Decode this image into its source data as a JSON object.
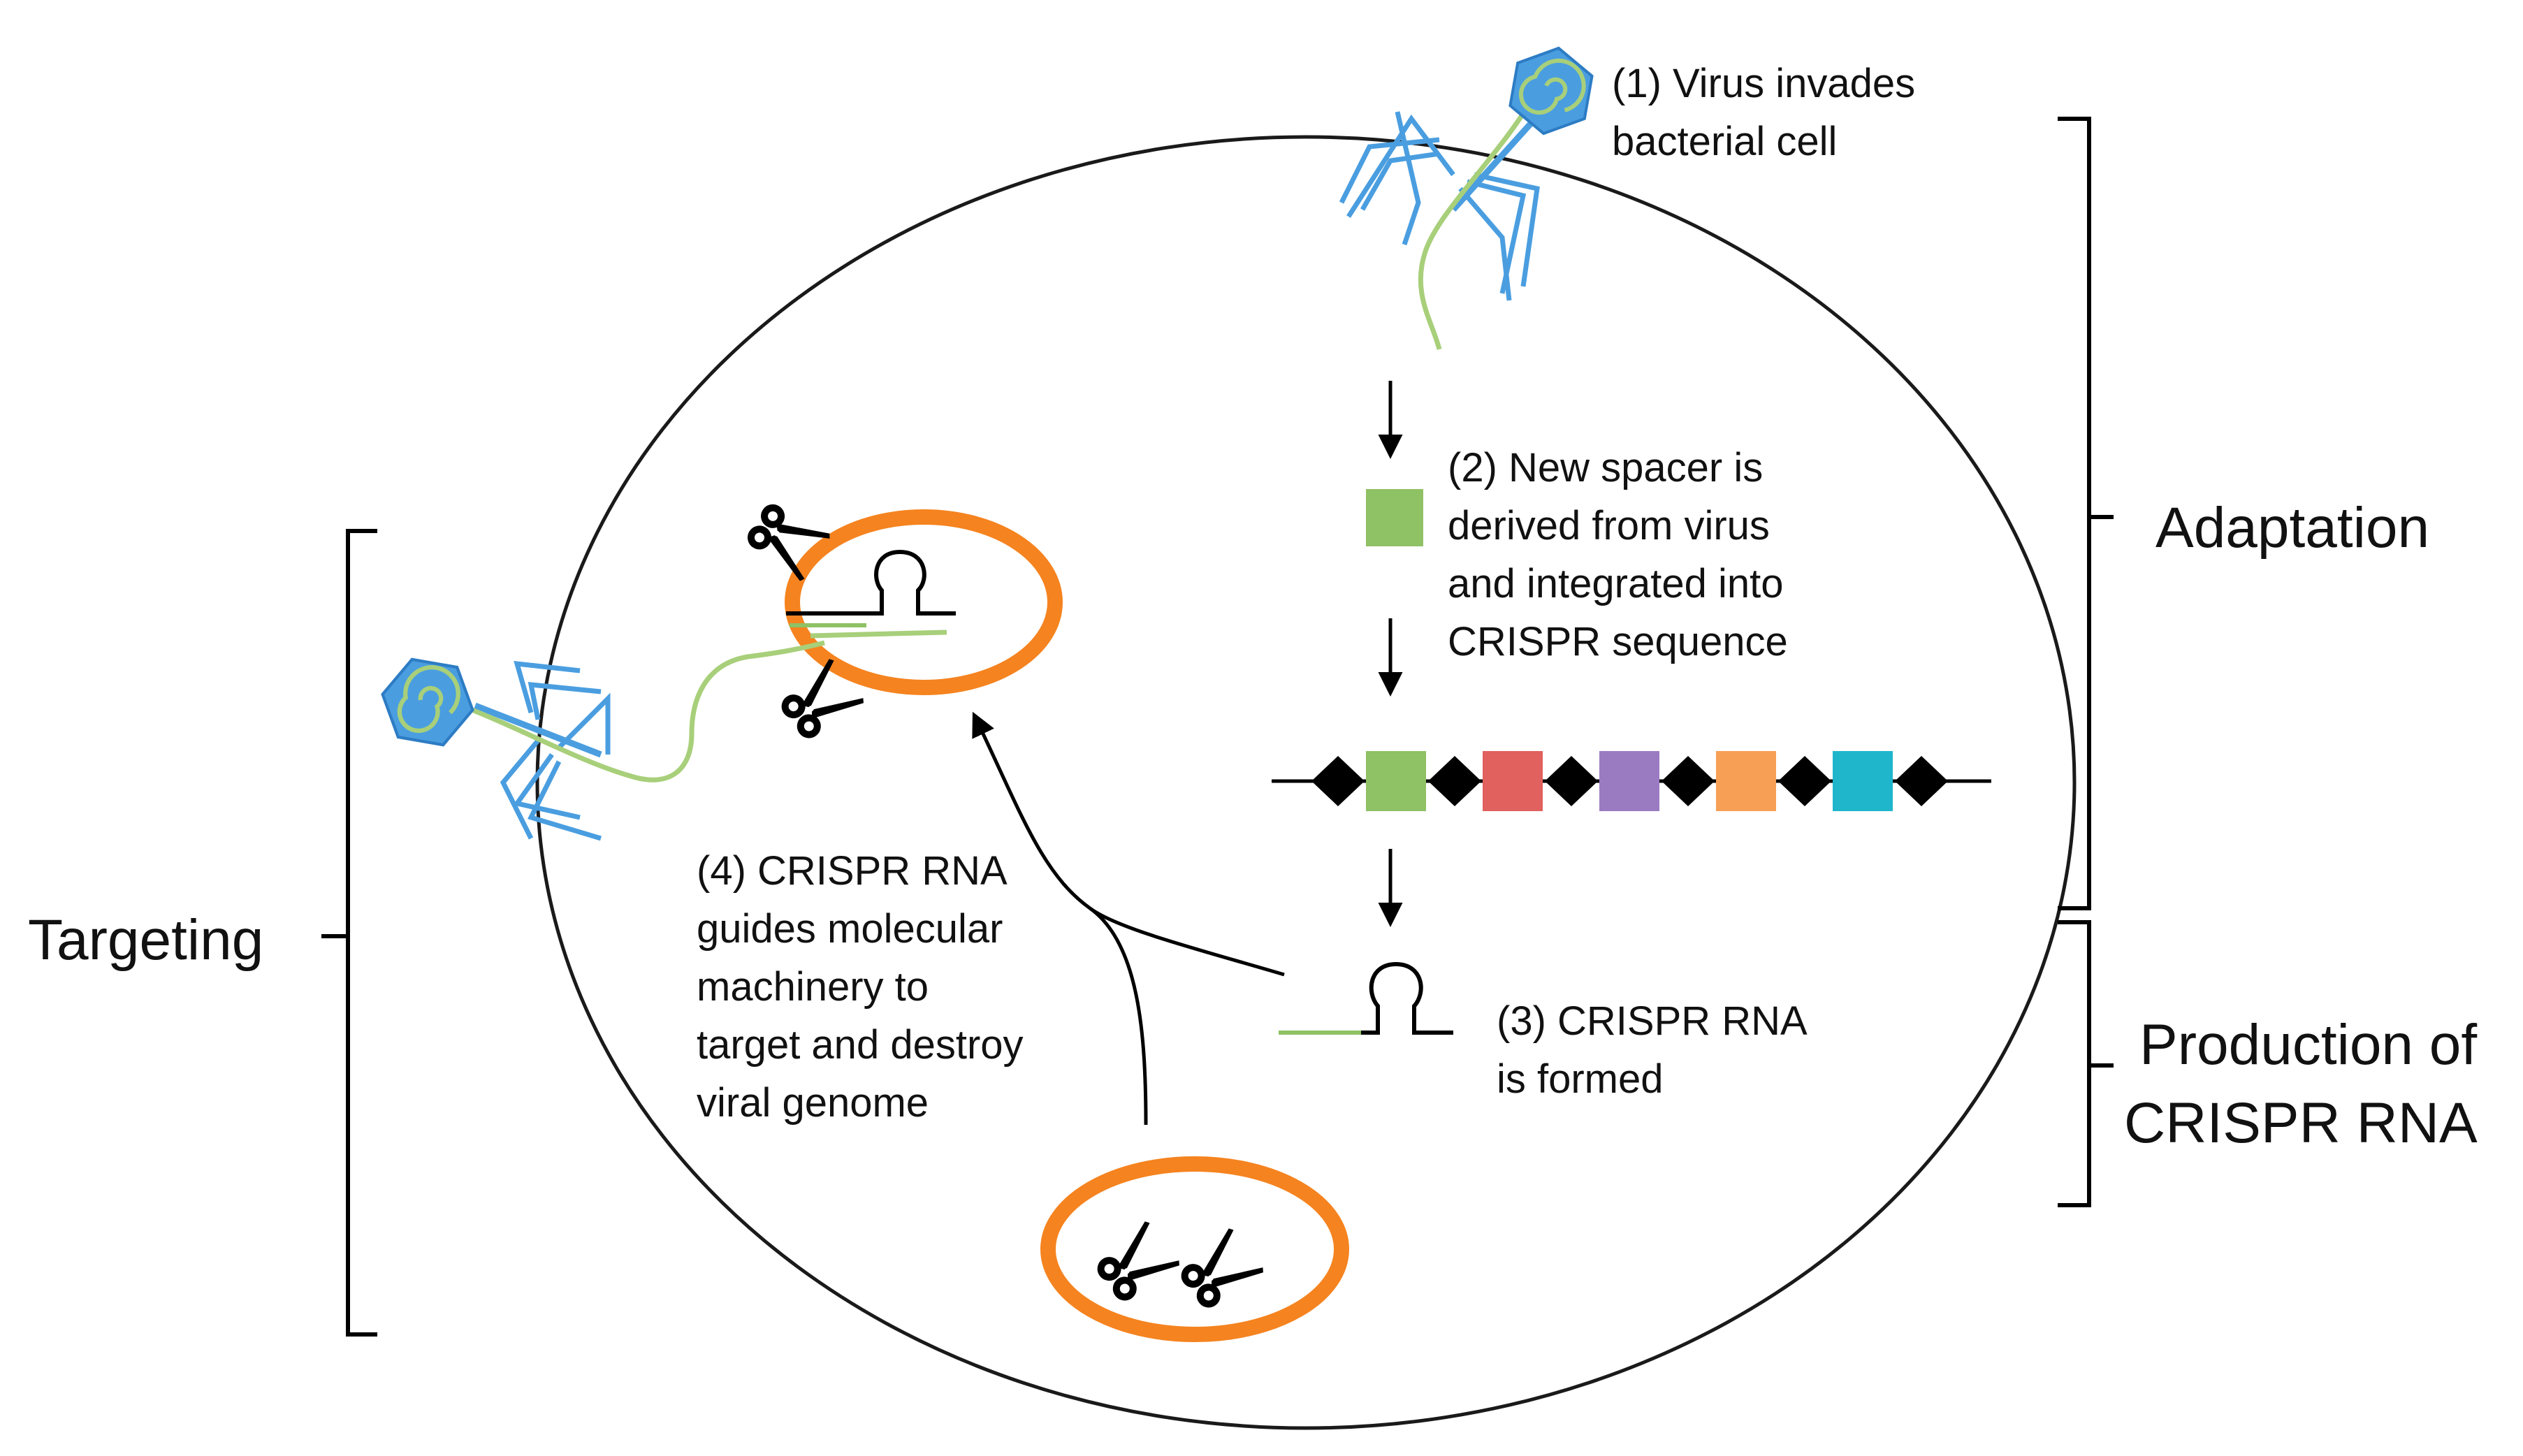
{
  "steps": {
    "step1": [
      "(1) Virus invades",
      "bacterial cell"
    ],
    "step2": [
      "(2) New spacer is",
      "derived from virus",
      "and integrated into",
      "CRISPR sequence"
    ],
    "step3": [
      "(3) CRISPR RNA",
      "is formed"
    ],
    "step4": [
      "(4) CRISPR RNA",
      "guides molecular",
      "machinery to",
      "target and destroy",
      "viral genome"
    ]
  },
  "phases": {
    "adaptation": "Adaptation",
    "production": [
      "Production of",
      "CRISPR RNA"
    ],
    "targeting": "Targeting"
  },
  "colors": {
    "virus_capsid": "#4a9ee0",
    "virus_dna": "#a8cf7a",
    "spacer_green": "#8fc165",
    "spacer_red": "#e0615e",
    "spacer_purple": "#9a7bc2",
    "spacer_orange": "#f7a055",
    "spacer_cyan": "#1fb6cc",
    "repeat_black": "#000000",
    "complex_orange": "#f5831f"
  },
  "icons": [
    "virus-icon",
    "scissors-icon",
    "rna-hairpin-icon",
    "spacer-square-icon"
  ]
}
